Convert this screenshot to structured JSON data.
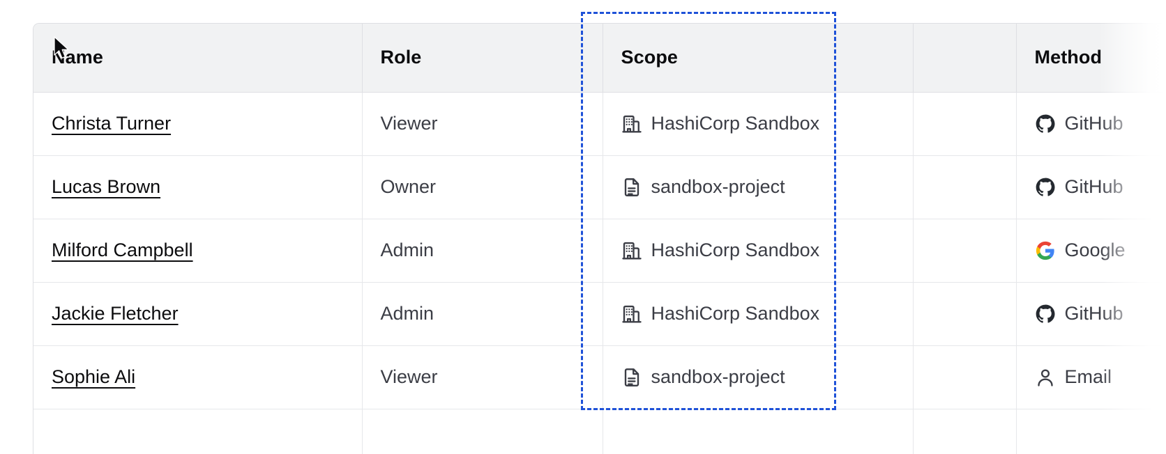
{
  "table": {
    "columns": [
      {
        "key": "name",
        "label": "Name"
      },
      {
        "key": "role",
        "label": "Role"
      },
      {
        "key": "scope",
        "label": "Scope"
      },
      {
        "key": "blank",
        "label": ""
      },
      {
        "key": "method",
        "label": "Method"
      }
    ],
    "rows": [
      {
        "name": "Christa Turner",
        "role": "Viewer",
        "scope": "HashiCorp Sandbox",
        "scope_icon": "organization-icon",
        "method": "GitHub",
        "method_icon": "github-icon"
      },
      {
        "name": "Lucas Brown",
        "role": "Owner",
        "scope": "sandbox-project",
        "scope_icon": "document-icon",
        "method": "GitHub",
        "method_icon": "github-icon"
      },
      {
        "name": "Milford Campbell",
        "role": "Admin",
        "scope": "HashiCorp Sandbox",
        "scope_icon": "organization-icon",
        "method": "Google",
        "method_icon": "google-icon"
      },
      {
        "name": "Jackie Fletcher",
        "role": "Admin",
        "scope": "HashiCorp Sandbox",
        "scope_icon": "organization-icon",
        "method": "GitHub",
        "method_icon": "github-icon"
      },
      {
        "name": "Sophie Ali",
        "role": "Viewer",
        "scope": "sandbox-project",
        "scope_icon": "document-icon",
        "method": "Email",
        "method_icon": "user-icon"
      },
      {
        "name": "",
        "role": "",
        "scope": "",
        "scope_icon": "document-icon",
        "method": "",
        "method_icon": ""
      }
    ]
  },
  "highlight": {
    "target_column": "Scope",
    "color": "#1f52d8",
    "style": "dashed"
  },
  "colors": {
    "header_bg": "#f1f2f3",
    "header_text": "#0c0c0e",
    "cell_text": "#3b3d45",
    "border": "#dedfe3",
    "row_border": "#e6e7ea",
    "link": "#0c0c0e",
    "highlight": "#1f52d8",
    "github": "#24292f",
    "google_red": "#ea4335",
    "google_yellow": "#fbbc05",
    "google_green": "#34a853",
    "google_blue": "#4285f4"
  }
}
